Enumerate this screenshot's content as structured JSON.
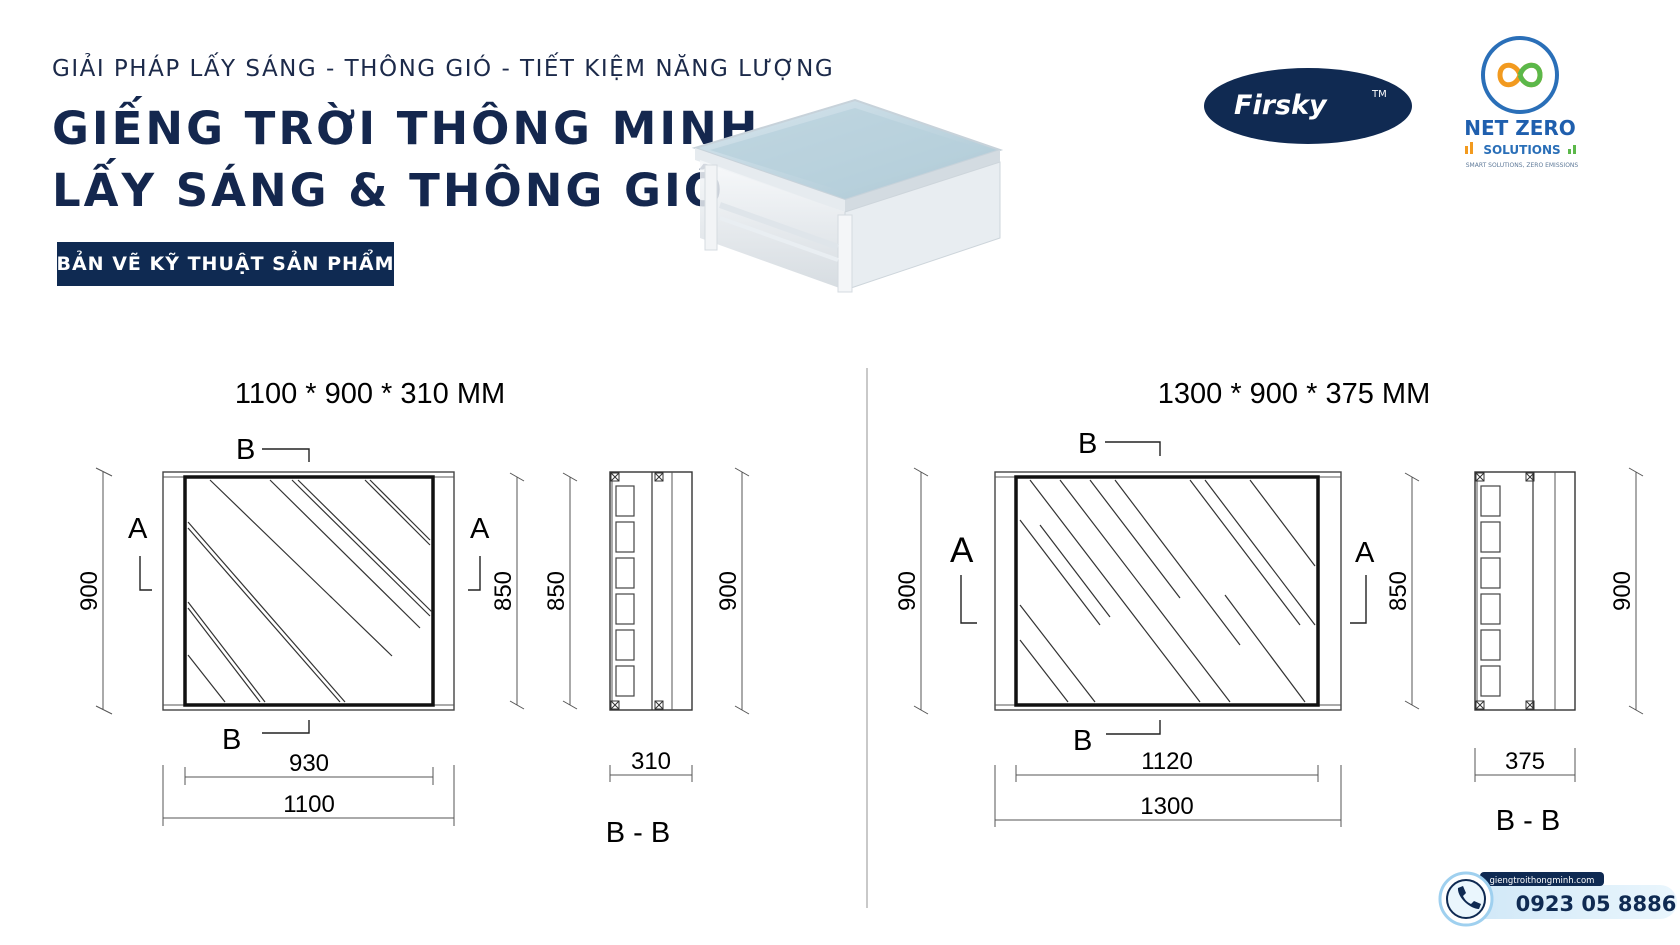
{
  "header": {
    "tagline": "GIẢI PHÁP LẤY SÁNG - THÔNG GIÓ - TIẾT KIỆM NĂNG LƯỢNG",
    "title_line1": "GIẾNG TRỜI THÔNG MINH",
    "title_line2": "LẤY SÁNG & THÔNG GIÓ",
    "badge": "BẢN VẼ KỸ THUẬT SẢN PHẨM"
  },
  "brands": {
    "firsky": "Firsky",
    "firsky_tm": "TM",
    "netzero_title": "NET ZERO",
    "netzero_sub": "SOLUTIONS",
    "netzero_tagline": "SMART SOLUTIONS, ZERO EMISSIONS"
  },
  "left_drawing": {
    "size_title": "1100 * 900 * 310 MM",
    "section_b_top": "B",
    "section_b_bottom": "B",
    "section_a_left": "A",
    "section_a_right": "A",
    "height_outer": "900",
    "height_inner": "850",
    "width_inner": "930",
    "width_outer": "1100",
    "side_height_inner": "850",
    "side_height_outer": "900",
    "side_depth": "310",
    "section_label": "B - B"
  },
  "right_drawing": {
    "size_title": "1300 * 900 * 375 MM",
    "section_b_top": "B",
    "section_b_bottom": "B",
    "section_a_left": "A",
    "section_a_right": "A",
    "height_outer": "900",
    "height_inner": "850",
    "width_inner": "1120",
    "width_outer": "1300",
    "side_height_outer": "900",
    "side_depth": "375",
    "section_label": "B - B"
  },
  "contact": {
    "website": "giengtroithongminh.com",
    "phone": "0923 05 8886"
  },
  "colors": {
    "navy": "#14274e",
    "badge": "#0f2a52",
    "netzero_blue": "#2a6fb8",
    "netzero_green": "#5bb84a",
    "netzero_orange": "#f29a1f"
  }
}
